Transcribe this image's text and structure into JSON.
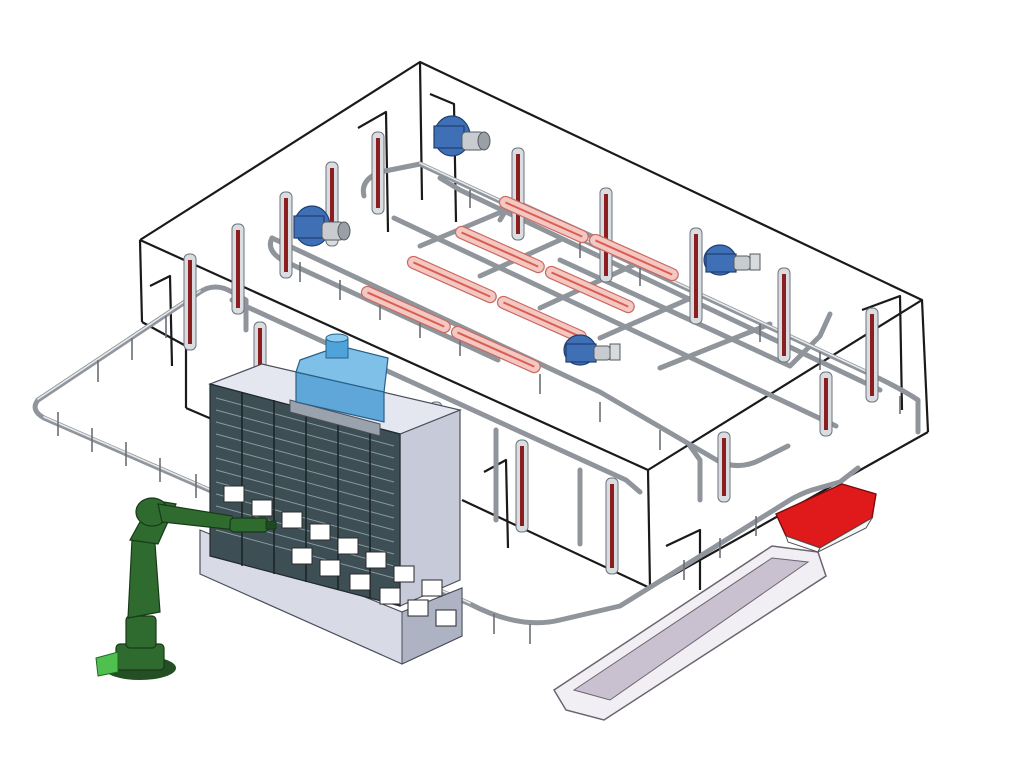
{
  "scene": {
    "type": "3d-cad-rendering",
    "subject": "paint-line-layout",
    "colors": {
      "background": "#ffffff",
      "enclosure_edges": "#1a1a1a",
      "conveyor_rail": "#8f959b",
      "heater_core": "#8b1e1e",
      "infrared_lamp": "#f3c7c2",
      "fan": "#3f6fb5",
      "exhaust_hood": "#4fa3db",
      "spray_booth_grille": "#3e4e55",
      "dip_tank": "#f1eef4",
      "red_tank": "#e01a1a",
      "robot_arm": "#2f6b2f"
    },
    "components": {
      "oven_enclosure": 1,
      "vertical_heater_tubes": 16,
      "infrared_lamp_rows": 8,
      "circulation_fans": 4,
      "spray_booth": 1,
      "exhaust_hood": 1,
      "dip_tanks": 2,
      "painting_robot": 1
    }
  }
}
